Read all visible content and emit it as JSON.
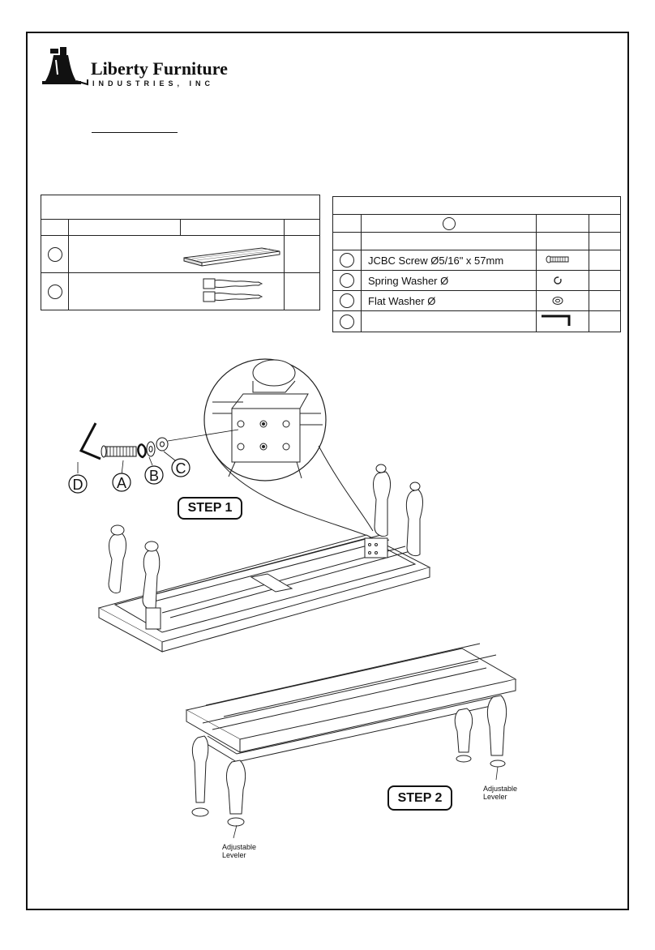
{
  "brand": {
    "name": "Liberty Furniture",
    "subtitle": "INDUSTRIES, INC"
  },
  "hardware": {
    "items": [
      {
        "label": "JCBC Screw Ø5/16\" x 57mm",
        "icon": "screw-icon"
      },
      {
        "label": "Spring Washer Ø",
        "icon": "spring-washer-icon"
      },
      {
        "label": "Flat Washer Ø",
        "icon": "flat-washer-icon"
      },
      {
        "label": "",
        "icon": "allen-key-icon"
      }
    ]
  },
  "parts": {
    "items": [
      {
        "icon": "bench-top-icon"
      },
      {
        "icon": "legs-icon"
      }
    ]
  },
  "step1": {
    "badge": "STEP 1",
    "callouts": [
      "D",
      "A",
      "B",
      "C"
    ]
  },
  "step2": {
    "badge": "STEP 2",
    "leveler_label_line1": "Adjustable",
    "leveler_label_line2": "Leveler"
  }
}
